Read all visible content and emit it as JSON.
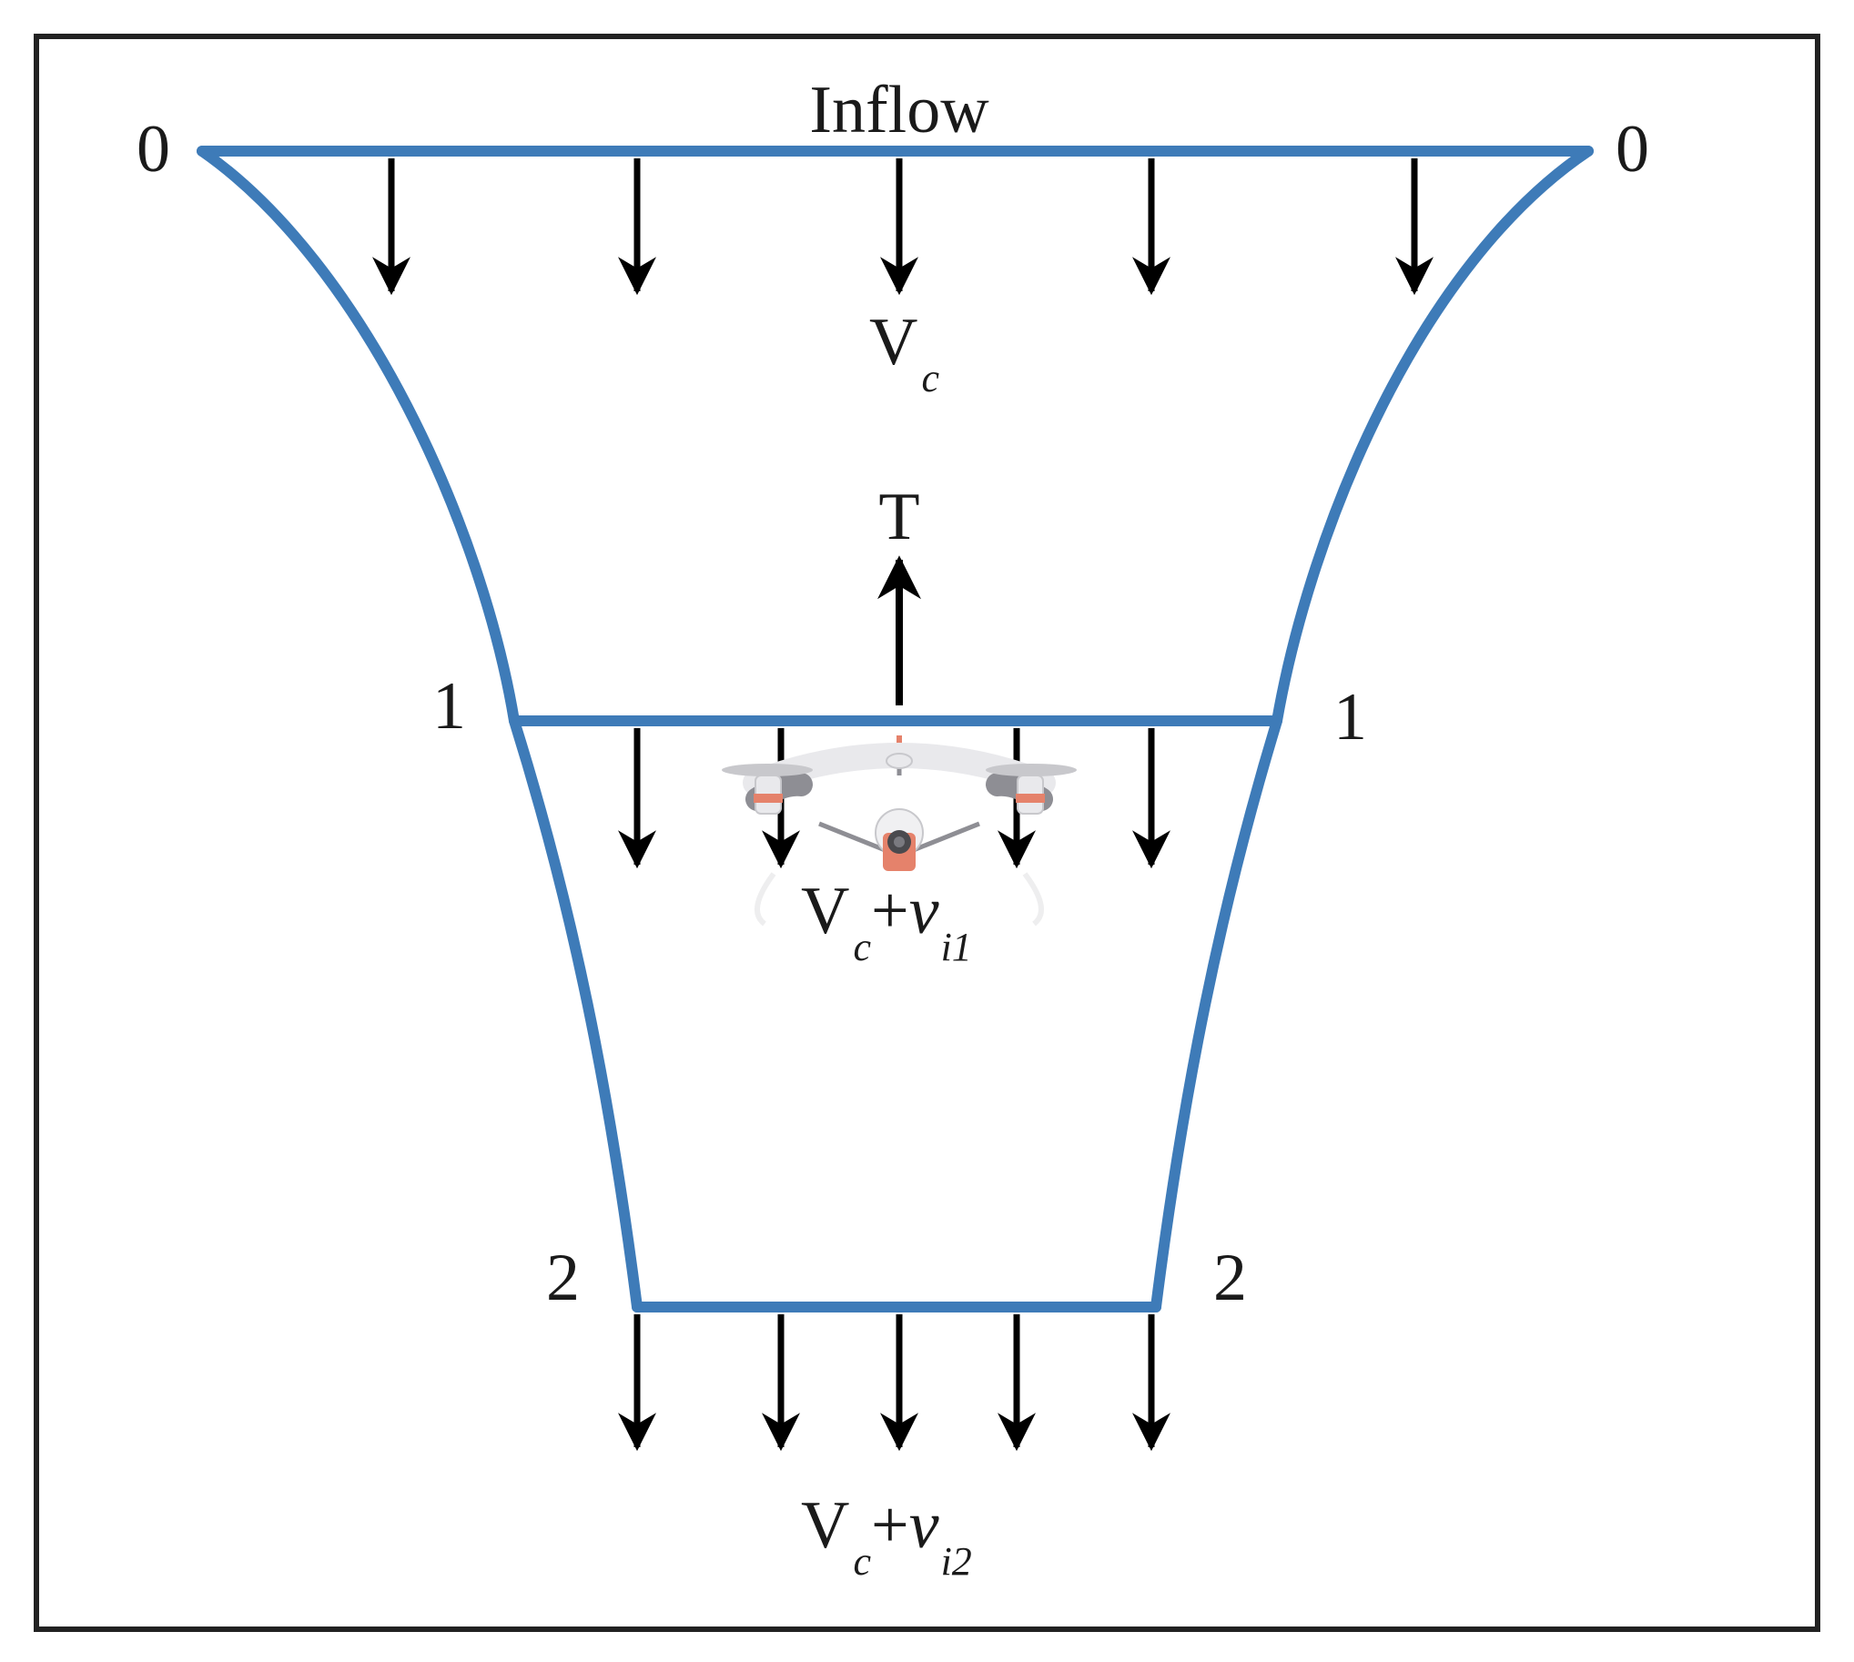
{
  "inflow_label": "Inflow",
  "section_labels": {
    "top_left": "0",
    "top_right": "0",
    "mid_left": "1",
    "mid_right": "1",
    "bottom_left": "2",
    "bottom_right": "2"
  },
  "thrust_label": "T",
  "velocity_top": {
    "main": "V",
    "sub": "c"
  },
  "velocity_mid": {
    "main": "V",
    "sub1": "c",
    "op": "+",
    "var": "v",
    "sub2": "i1"
  },
  "velocity_bottom": {
    "main": "V",
    "sub1": "c",
    "op": "+",
    "var": "v",
    "sub2": "i2"
  },
  "colors": {
    "streamtube": "#3e7bb8",
    "arrow": "#000000",
    "frame": "#222222",
    "drone_accent": "#e5826b",
    "drone_body": "#e9e9ec",
    "drone_arm": "#8e8e94"
  },
  "icons": {
    "vehicle": "quadcopter-drone-icon"
  }
}
